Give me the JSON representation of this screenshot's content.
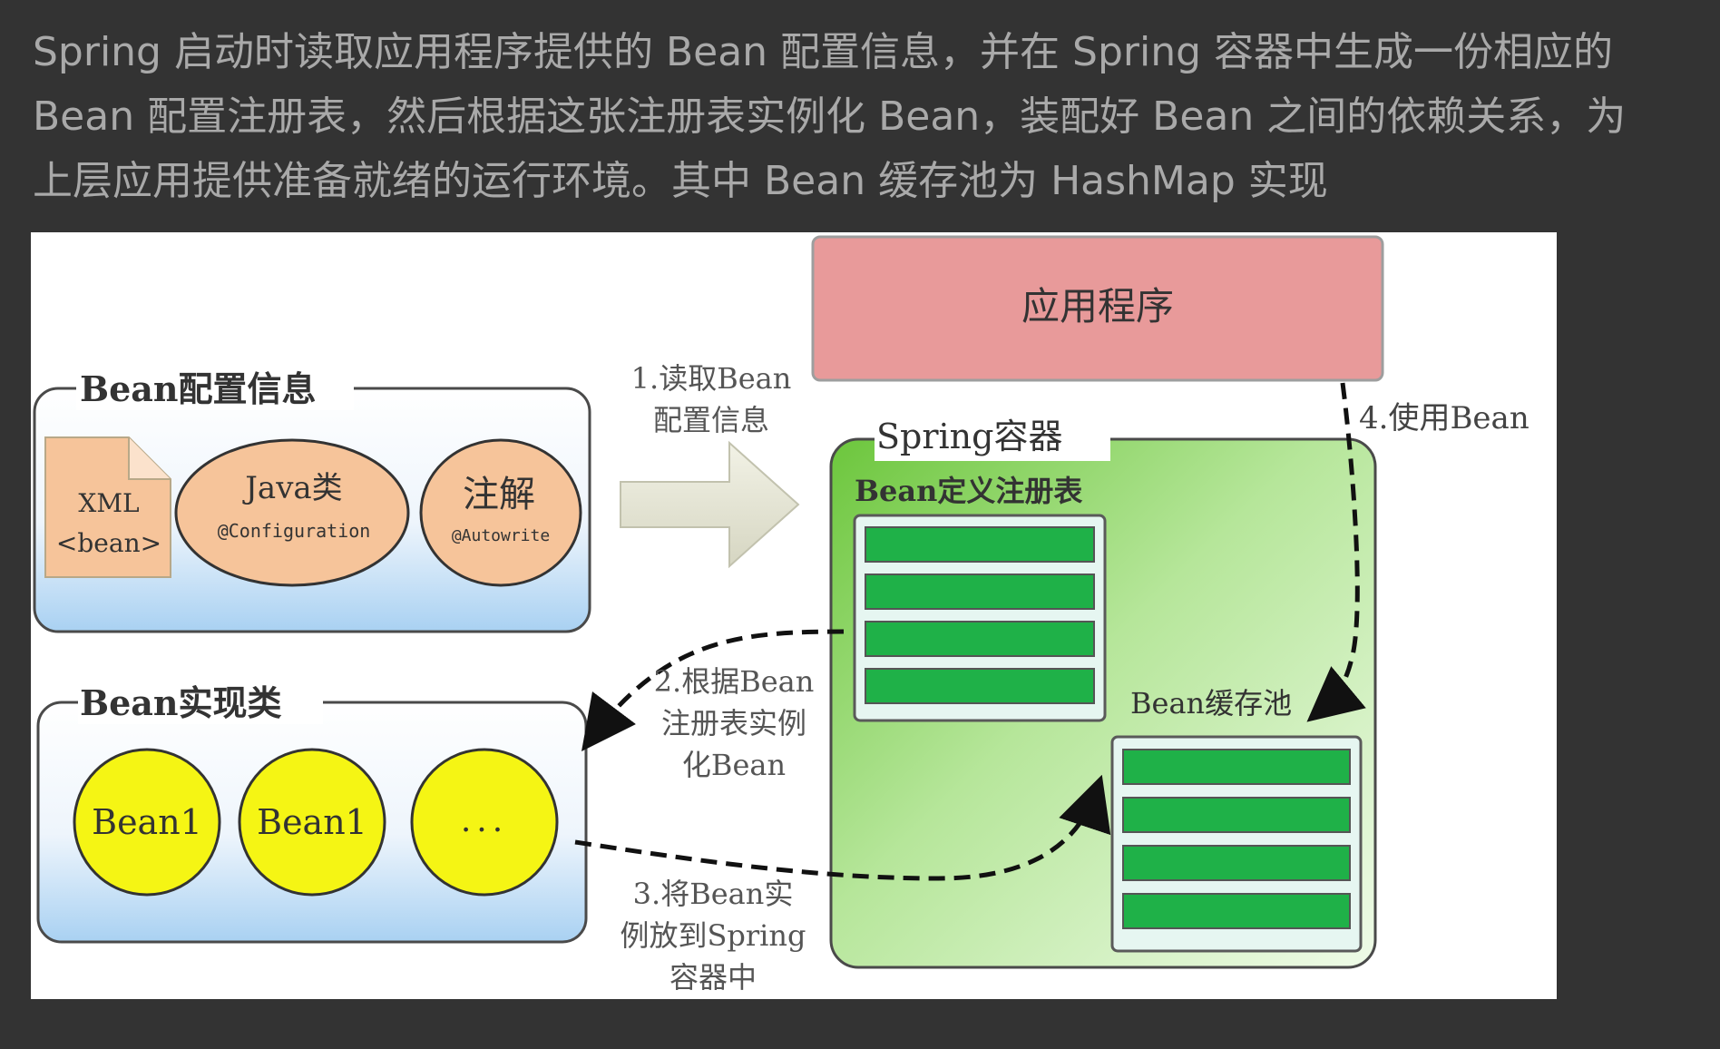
{
  "article": {
    "paragraph": "Spring 启动时读取应用程序提供的 Bean 配置信息，并在 Spring 容器中生成一份相应的 Bean 配置注册表，然后根据这张注册表实例化 Bean，装配好 Bean 之间的依赖关系，为上层应用提供准备就绪的运行环境。其中 Bean 缓存池为 HashMap 实现"
  },
  "diagram": {
    "app_box": "应用程序",
    "config_group": {
      "title": "Bean配置信息",
      "xml_line1": "XML",
      "xml_line2": "<bean>",
      "java_title": "Java类",
      "java_sub": "@Configuration",
      "anno_title": "注解",
      "anno_sub": "@Autowrite"
    },
    "impl_group": {
      "title": "Bean实现类",
      "bean_a": "Bean1",
      "bean_b": "Bean1",
      "bean_more": "..."
    },
    "container": {
      "title": "Spring容器",
      "registry_title": "Bean定义注册表",
      "cache_title": "Bean缓存池"
    },
    "steps": {
      "s1_line1": "1.读取Bean",
      "s1_line2": "配置信息",
      "s2_line1": "2.根据Bean",
      "s2_line2": "注册表实例",
      "s2_line3": "化Bean",
      "s3_line1": "3.将Bean实",
      "s3_line2": "例放到Spring",
      "s3_line3": "容器中",
      "s4": "4.使用Bean"
    },
    "colors": {
      "background": "#333333",
      "paragraph_text": "#a9a9a9",
      "app_box_fill": "#e89a9a",
      "config_node_fill": "#f6c49a",
      "bean_circle_fill": "#f5f514",
      "container_green": "#7fd05a",
      "bar_green": "#1fb148"
    }
  }
}
